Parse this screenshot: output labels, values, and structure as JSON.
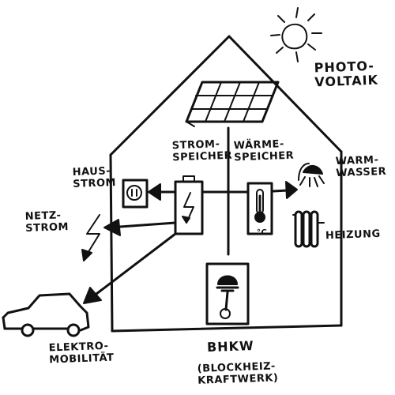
{
  "labels": {
    "photovoltaik": [
      "PHOTO-",
      "VOLTAIK"
    ],
    "stromspeicher": [
      "STROM-",
      "SPEICHER"
    ],
    "waermespeicher": [
      "WÄRME-",
      "SPEICHER"
    ],
    "warmwasser": [
      "WARM-",
      "WASSER"
    ],
    "hausstrom": [
      "HAUS-",
      "STROM"
    ],
    "netzstrom": [
      "NETZ-",
      "STROM"
    ],
    "heizung": "HEIZUNG",
    "elektromobilitaet": [
      "ELEKTRO-",
      "MOBILITÄT"
    ],
    "bhkw": "BHKW",
    "blockheizkraftwerk": [
      "(BLOCKHEIZ-",
      "KRAFTWERK)"
    ]
  },
  "thermometer_unit": "°C"
}
